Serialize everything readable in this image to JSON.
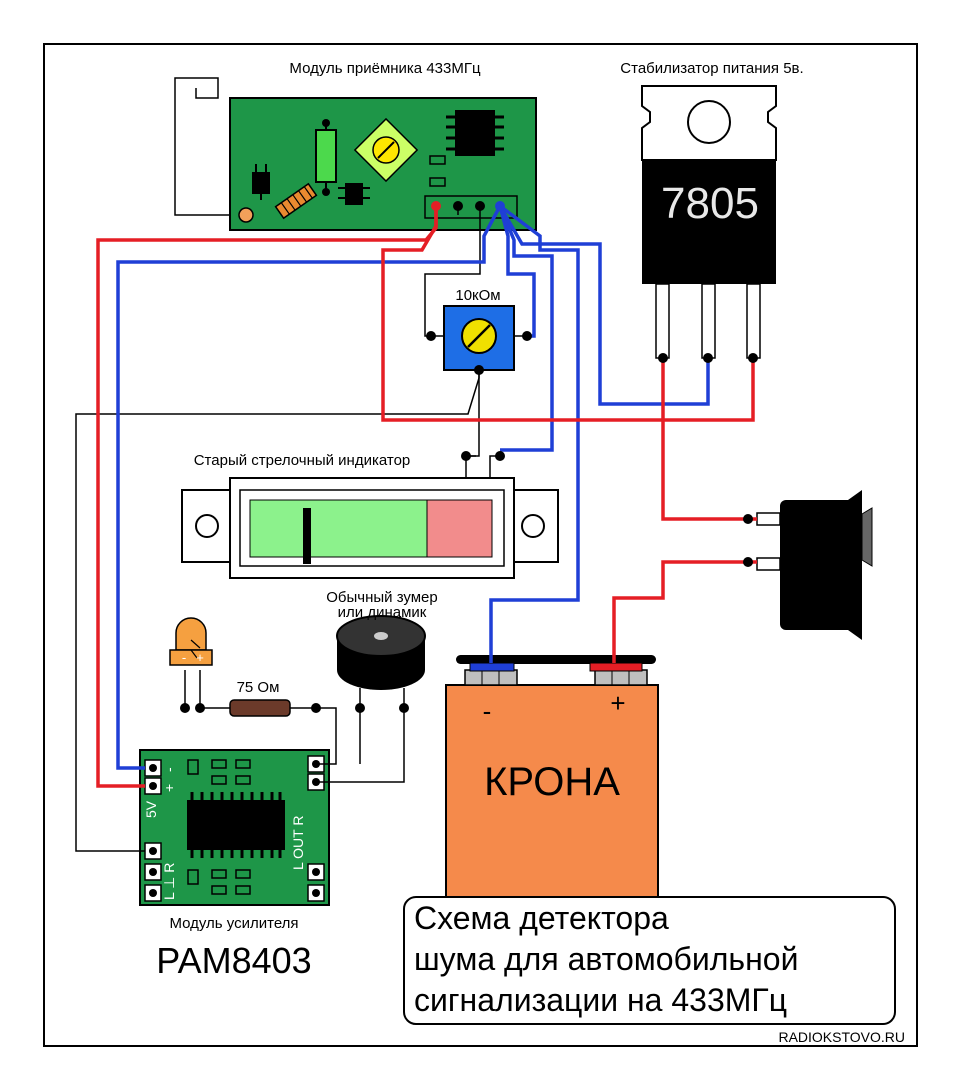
{
  "labels": {
    "receiver_module": "Модуль приёмника 433МГц",
    "stabilizer": "Стабилизатор питания 5в.",
    "regulator_chip": "7805",
    "trimmer_value": "10кОм",
    "meter": "Старый стрелочный индикатор",
    "buzzer_line1": "Обычный зумер",
    "buzzer_line2": "или динамик",
    "resistor_value": "75 Ом",
    "battery_minus": "-",
    "battery_plus": "+",
    "battery_name": "КРОНА",
    "amp_module_caption": "Модуль усилителя",
    "amp_module_name": "PAM8403",
    "amp_pin_5v": "5V",
    "amp_pin_plus": "+",
    "amp_pin_minus": "-",
    "amp_pin_lgr": "L ⊥ R",
    "amp_pin_out": "L OUT R",
    "led_minus": "-",
    "led_plus": "+",
    "watermark": "RADIOKSTOVO.RU"
  },
  "title": {
    "line1": "Схема детектора",
    "line2": "шума для автомобильной",
    "line3": "сигнализации на 433МГц"
  },
  "colors": {
    "wire_red": "#e51e25",
    "wire_blue": "#1f3fd6",
    "wire_black": "#000000",
    "pcb_green": "#1e9648",
    "battery_orange": "#f58a4b",
    "meter_green": "#8cf28c",
    "meter_red": "#f28c8c",
    "trimmer_blue": "#1e6ee6",
    "trimmer_knob": "#f0e000"
  }
}
